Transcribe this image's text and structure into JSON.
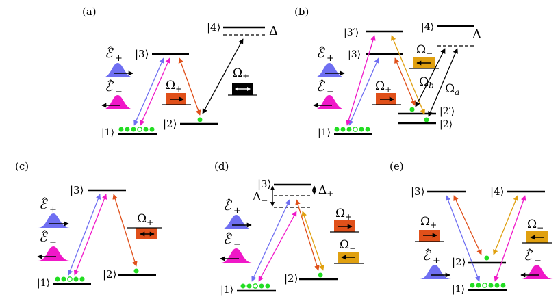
{
  "panels": {
    "a": {
      "tag": "(a)",
      "k1": "|1⟩",
      "k2": "|2⟩",
      "k3": "|3⟩",
      "k4": "|4⟩",
      "delta": "Δ",
      "omega_plus": "Ω",
      "omega_plus_sub": "+",
      "omega_pm": "Ω",
      "omega_pm_sub": "±"
    },
    "b": {
      "tag": "(b)",
      "k1": "|1⟩",
      "k2": "|2⟩",
      "k2p": "|2′⟩",
      "k3": "|3⟩",
      "k3p": "|3′⟩",
      "k4": "|4⟩",
      "delta": "Δ",
      "omega_plus": "Ω",
      "omega_plus_sub": "+",
      "omega_minus": "Ω",
      "omega_minus_sub": "−",
      "omega_b": "Ω",
      "omega_b_sub": "b",
      "omega_a": "Ω",
      "omega_a_sub": "a"
    },
    "c": {
      "tag": "(c)",
      "k1": "|1⟩",
      "k2": "|2⟩",
      "k3": "|3⟩",
      "omega_plus": "Ω",
      "omega_plus_sub": "+"
    },
    "d": {
      "tag": "(d)",
      "k1": "|1⟩",
      "k2": "|2⟩",
      "k3": "|3⟩",
      "delta_plus": "Δ",
      "delta_plus_sub": "+",
      "delta_minus": "Δ",
      "delta_minus_sub": "−",
      "omega_plus": "Ω",
      "omega_plus_sub": "+",
      "omega_minus": "Ω",
      "omega_minus_sub": "−"
    },
    "e": {
      "tag": "(e)",
      "k1": "|1⟩",
      "k2": "|2⟩",
      "k3": "|3⟩",
      "k4": "|4⟩",
      "omega_plus": "Ω",
      "omega_plus_sub": "+",
      "omega_minus": "Ω",
      "omega_minus_sub": "−"
    }
  },
  "probe": {
    "symbol": "ℰ̂",
    "plus_sub": "+",
    "minus_sub": "−",
    "hat": "^"
  },
  "colors": {
    "probe_plus": "#6f6ff2",
    "probe_minus": "#f018c8",
    "coupling_plus": "#e0501a",
    "coupling_minus": "#e0a010",
    "atom": "#22dd22",
    "control_black": "#000000"
  },
  "icons": {
    "pulse": "gaussian-pulse-icon",
    "arrow_right": "arrow-right-icon",
    "arrow_left": "arrow-left-icon",
    "arrow_both": "double-arrow-icon"
  }
}
